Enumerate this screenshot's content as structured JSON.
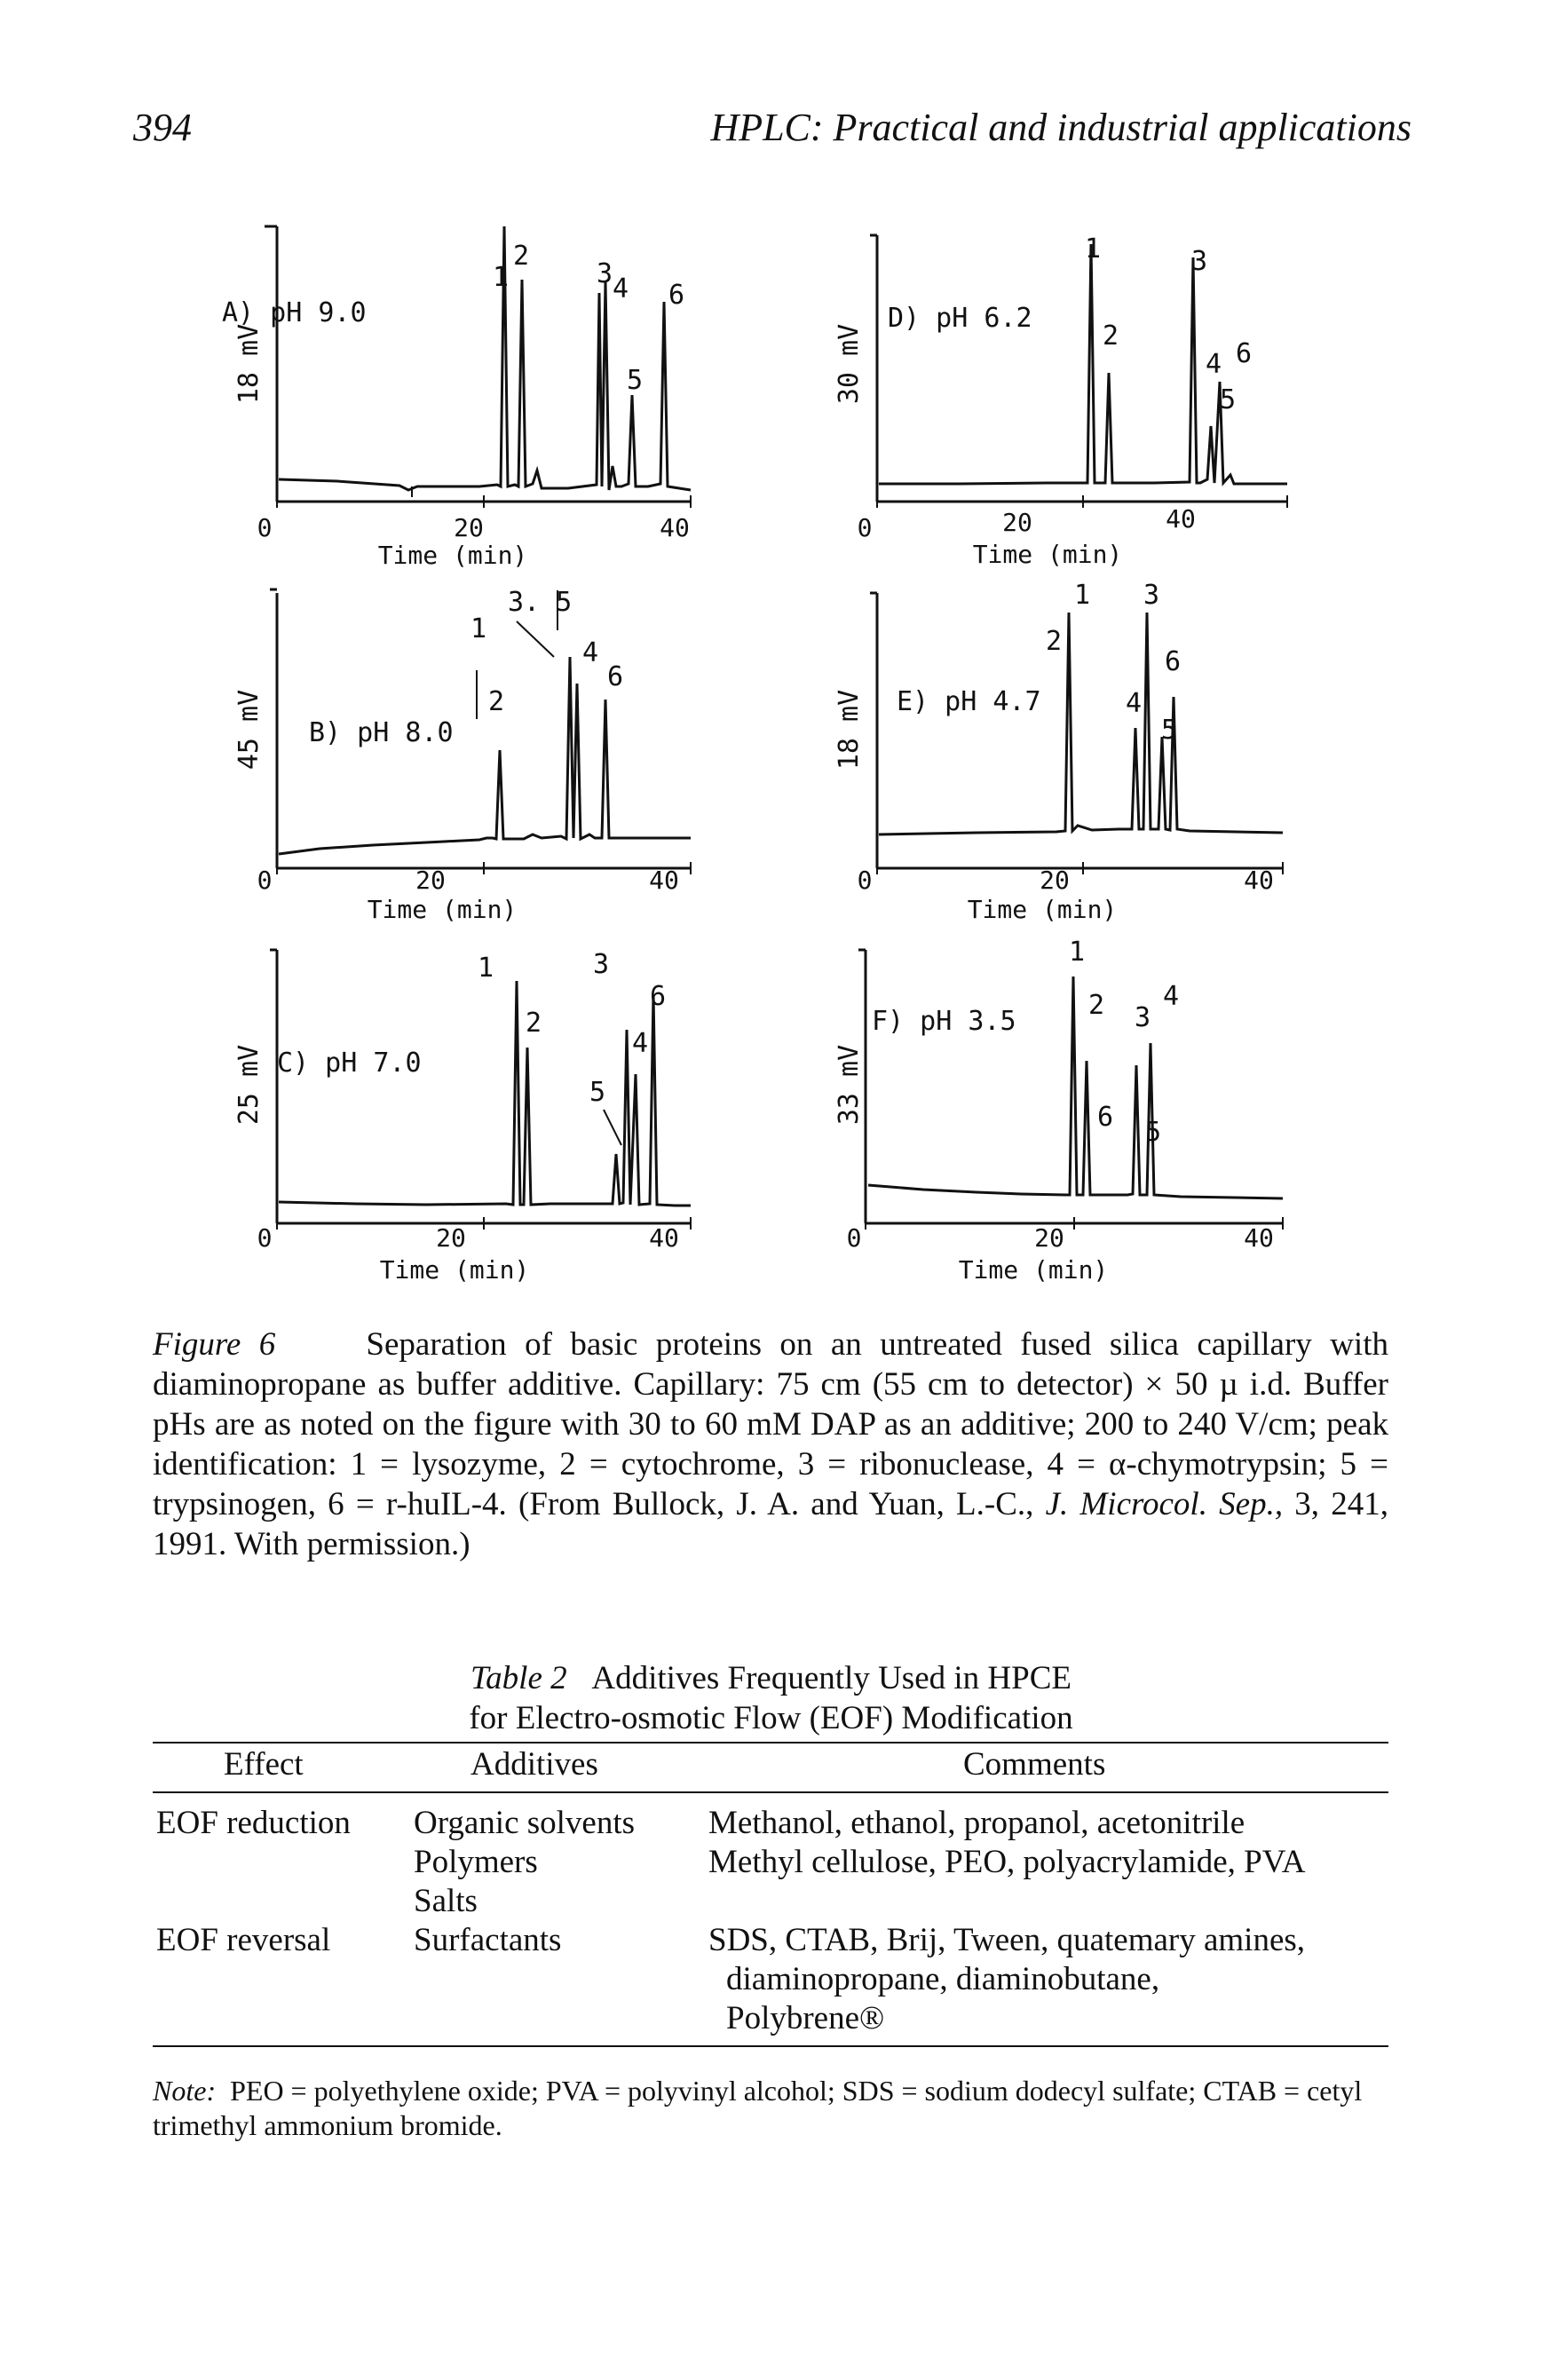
{
  "header": {
    "page_number": "394",
    "running_head": "HPLC: Practical and industrial applications"
  },
  "figure": {
    "time_label": "Time (min)",
    "x_ticks": [
      "0",
      "20",
      "40"
    ],
    "panels": [
      {
        "label": "A) pH 9.0",
        "y_scale": "18 mV",
        "peaks": [
          "1",
          "2",
          "3",
          "4",
          "5",
          "6"
        ]
      },
      {
        "label": "B) pH 8.0",
        "y_scale": "45 mV",
        "peaks": [
          "1",
          "2",
          "3. 5",
          "4",
          "6"
        ]
      },
      {
        "label": "C) pH 7.0",
        "y_scale": "25 mV",
        "peaks": [
          "1",
          "2",
          "3",
          "4",
          "5",
          "6"
        ]
      },
      {
        "label": "D) pH 6.2",
        "y_scale": "30 mV",
        "peaks": [
          "1",
          "2",
          "3",
          "4",
          "5",
          "6"
        ]
      },
      {
        "label": "E) pH 4.7",
        "y_scale": "18 mV",
        "peaks": [
          "1",
          "2",
          "3",
          "4",
          "5",
          "6"
        ]
      },
      {
        "label": "F) pH 3.5",
        "y_scale": "33 mV",
        "peaks": [
          "1",
          "2",
          "3",
          "4",
          "5",
          "6"
        ]
      }
    ]
  },
  "caption": {
    "label": "Figure 6",
    "text": "Separation of basic proteins on an untreated fused silica capillary with diaminopropane as buffer additive. Capillary: 75 cm (55 cm to detector) × 50 µ i.d. Buffer pHs are as noted on the figure with 30 to 60 mM DAP as an additive; 200 to 240 V/cm; peak identification: 1 = lysozyme, 2 = cytochrome, 3 = ribonuclease, 4 = α-chymotrypsin; 5 = trypsinogen, 6 = r-huIL-4. (From Bullock, J. A. and Yuan, L.-C.,",
    "journal": "J. Microcol. Sep.,",
    "citation_end": "3, 241, 1991. With permission.)"
  },
  "table": {
    "label": "Table 2",
    "title_line1": "Additives Frequently Used in HPCE",
    "title_line2": "for Electro-osmotic Flow (EOF) Modification",
    "headers": [
      "Effect",
      "Additives",
      "Comments"
    ],
    "rows": [
      {
        "effect": "EOF reduction",
        "additive": "Organic solvents",
        "comment": "Methanol, ethanol, propanol, acetonitrile"
      },
      {
        "effect": "",
        "additive": "Polymers",
        "comment": "Methyl cellulose, PEO, polyacrylamide, PVA"
      },
      {
        "effect": "",
        "additive": "Salts",
        "comment": ""
      },
      {
        "effect": "EOF reversal",
        "additive": "Surfactants",
        "comment": "SDS, CTAB, Brij, Tween, quatemary amines,"
      },
      {
        "effect": "",
        "additive": "",
        "comment": "diaminopropane, diaminobutane,"
      },
      {
        "effect": "",
        "additive": "",
        "comment": "Polybrene®"
      }
    ],
    "note_label": "Note:",
    "note_text": "PEO = polyethylene oxide; PVA = polyvinyl alcohol; SDS = sodium dodecyl sulfate; CTAB = cetyl trimethyl ammonium bromide."
  }
}
